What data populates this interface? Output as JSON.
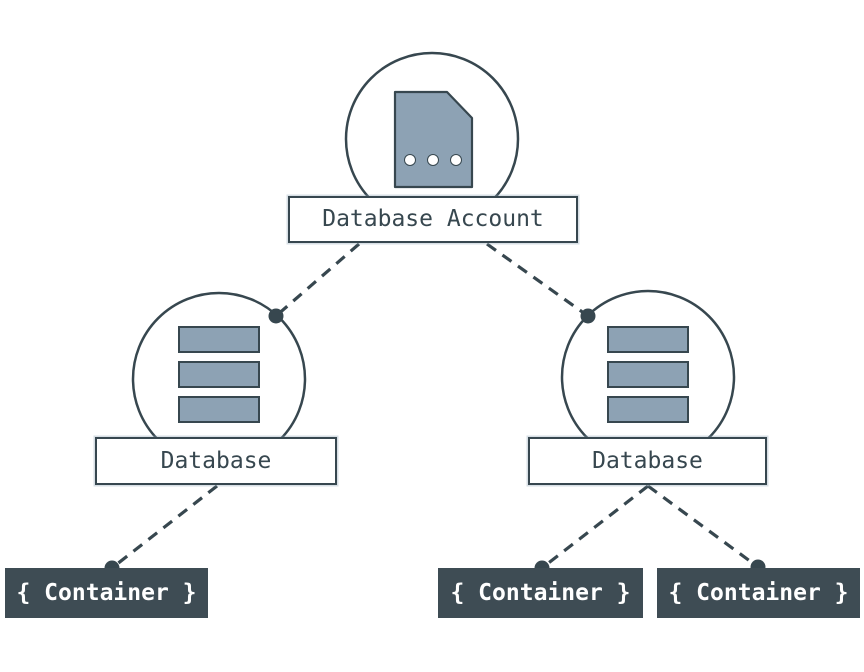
{
  "diagram": {
    "type": "hierarchy",
    "colors": {
      "outline": "#37474f",
      "icon_fill": "#8da2b4",
      "container_bg": "#3e4c54",
      "label_bg": "#ffffff",
      "label_text": "#37474f",
      "container_text": "#ffffff",
      "page_bg": "#ffffff"
    },
    "nodes": {
      "account": {
        "label": "Database Account",
        "icon": "document-icon"
      },
      "db_left": {
        "label": "Database",
        "icon": "db-stack-icon"
      },
      "db_right": {
        "label": "Database",
        "icon": "db-stack-icon"
      },
      "container_left": {
        "label": "{ Container }"
      },
      "container_mid": {
        "label": "{ Container }"
      },
      "container_right": {
        "label": "{ Container }"
      }
    },
    "edges": [
      {
        "from": "account",
        "to": "db_left",
        "style": "dashed-dot-end"
      },
      {
        "from": "account",
        "to": "db_right",
        "style": "dashed-dot-end"
      },
      {
        "from": "db_left",
        "to": "container_left",
        "style": "dashed-dot-end"
      },
      {
        "from": "db_right",
        "to": "container_mid",
        "style": "dashed-dot-end"
      },
      {
        "from": "db_right",
        "to": "container_right",
        "style": "dashed-dot-end"
      }
    ]
  }
}
